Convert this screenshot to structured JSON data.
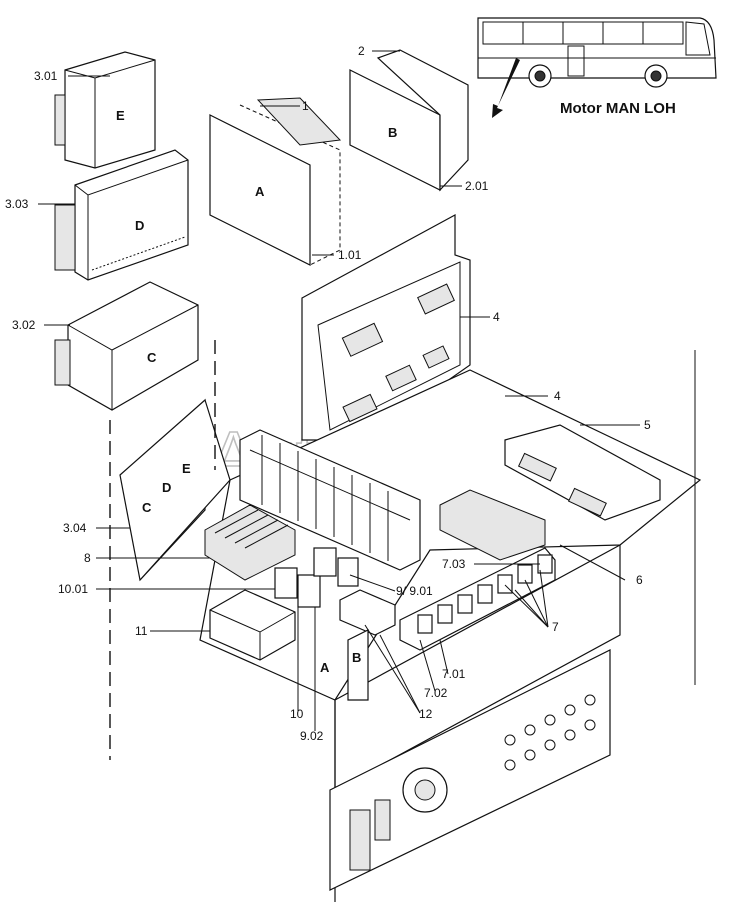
{
  "title": "Motor MAN LOH",
  "watermark": "AutoSoft",
  "callouts": {
    "c1": "1",
    "c101": "1.01",
    "c2": "2",
    "c201": "2.01",
    "c301": "3.01",
    "c302": "3.02",
    "c303": "3.03",
    "c304": "3.04",
    "c4a": "4",
    "c4b": "4",
    "c5": "5",
    "c6": "6",
    "c7": "7",
    "c701": "7.01",
    "c702": "7.02",
    "c703": "7.03",
    "c8": "8",
    "c9": "9/ 9.01",
    "c902": "9.02",
    "c10": "10",
    "c1001": "10.01",
    "c11": "11",
    "c12": "12"
  },
  "letters": {
    "a1": "A",
    "b1": "B",
    "e1": "E",
    "d1": "D",
    "c1": "C",
    "c2": "C",
    "d2": "D",
    "e2": "E",
    "a2": "A",
    "b2": "B"
  }
}
